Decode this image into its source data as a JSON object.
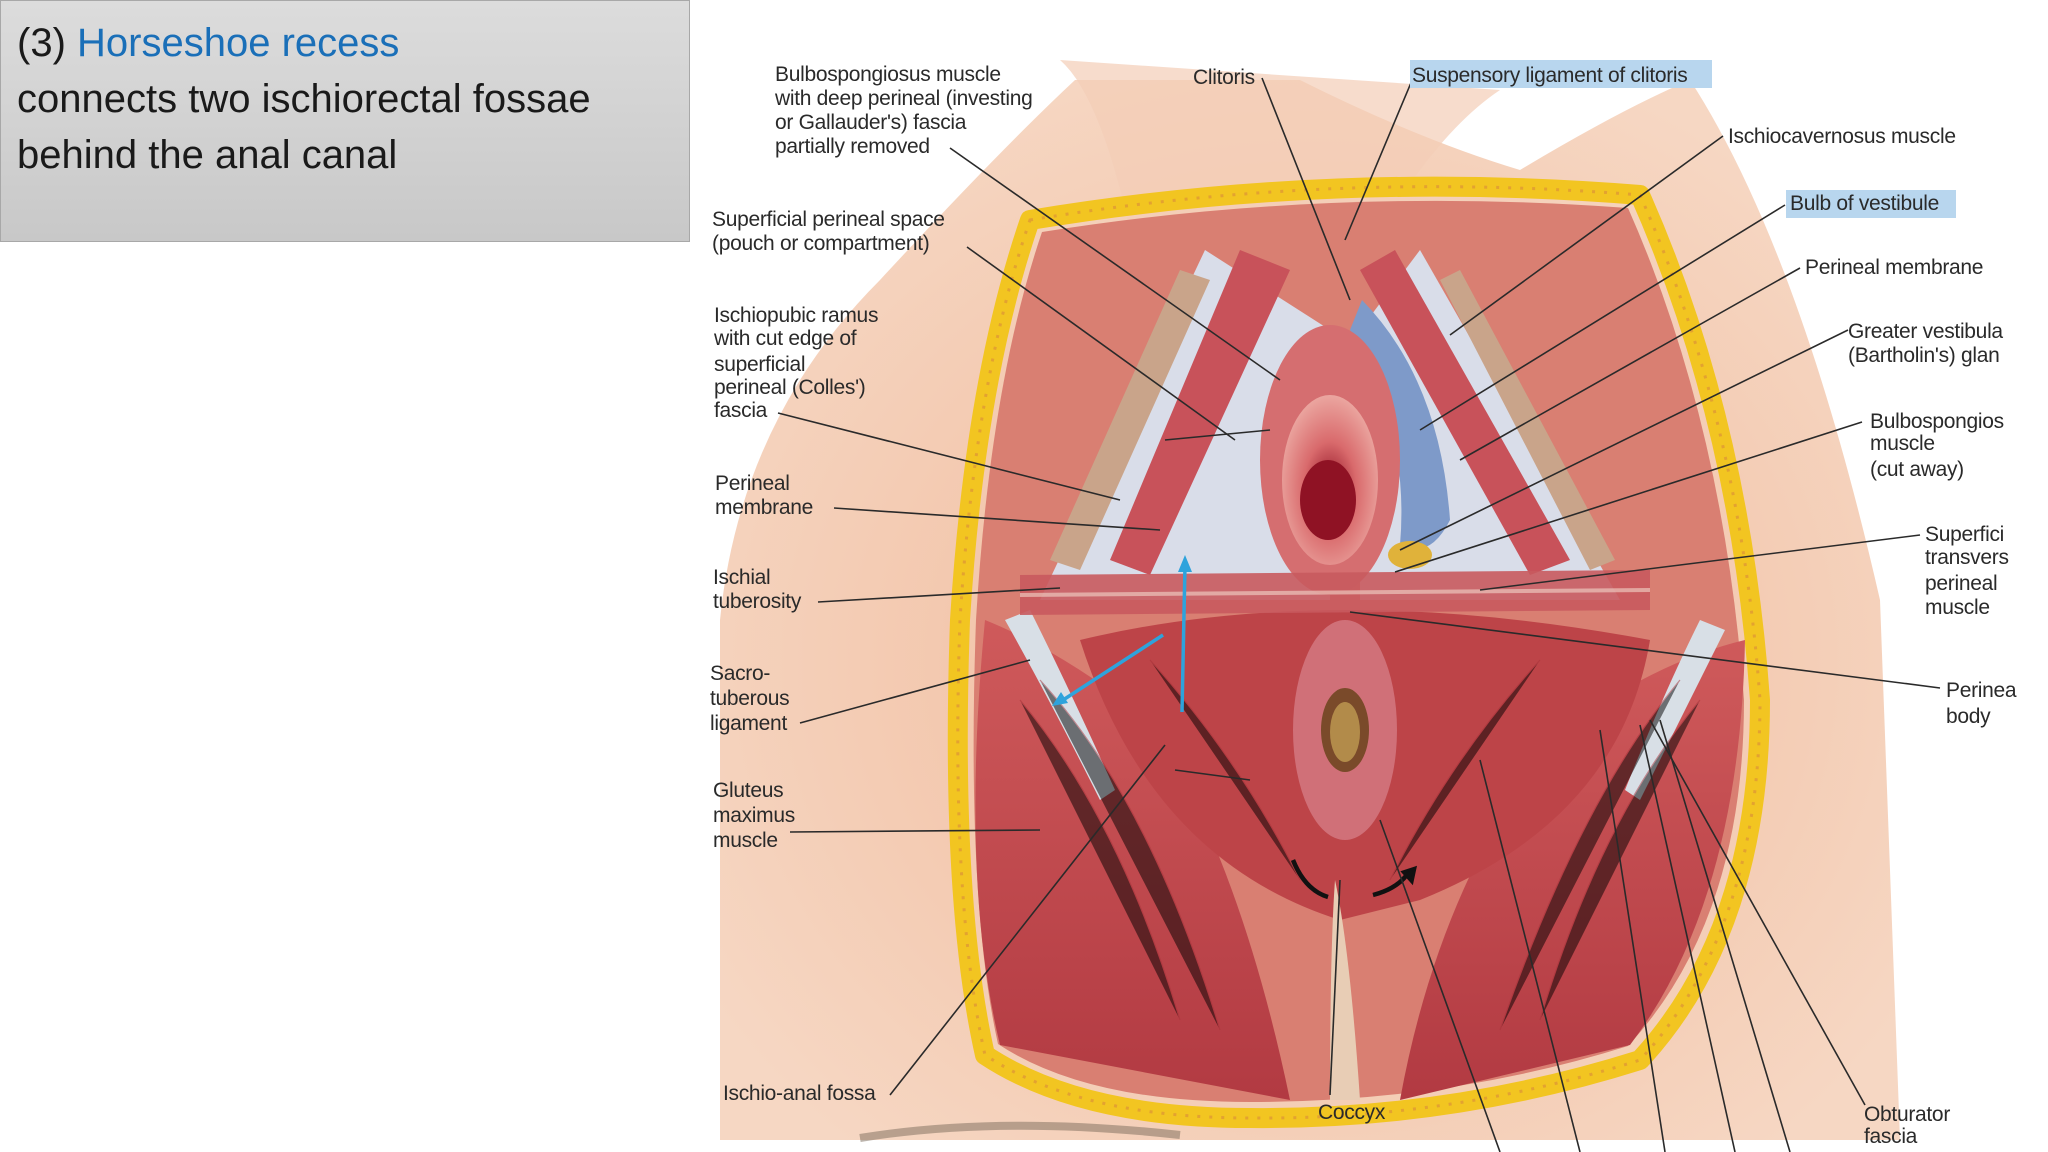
{
  "slide": {
    "number": "(3)",
    "title": "Horseshoe recess",
    "body_line1": "connects two ischiorectal fossae",
    "body_line2": "behind the anal canal"
  },
  "labels": {
    "bulbospongiosus_top": [
      "Bulbospongiosus muscle",
      "with deep perineal (investing",
      "or Gallauder's) fascia",
      "partially removed"
    ],
    "clitoris": "Clitoris",
    "suspensory": "Suspensory ligament of clitoris",
    "ischiocavernosus": "Ischiocavernosus muscle",
    "bulb_vestibule": "Bulb of vestibule",
    "perineal_membrane_right": "Perineal membrane",
    "greater_vestibular": [
      "Greater vestibula",
      "(Bartholin's) glan"
    ],
    "bulbospongiosus_right": [
      "Bulbospongios",
      "muscle",
      "(cut away)"
    ],
    "superficial_transverse": [
      "Superfici",
      "transvers",
      "perineal",
      "muscle"
    ],
    "perineal_body": [
      "Perinea",
      "body"
    ],
    "obturator": [
      "Obturator",
      "fascia"
    ],
    "superficial_space": [
      "Superficial perineal space",
      "(pouch or compartment)"
    ],
    "ischiopubic": [
      "Ischiopubic ramus",
      "with cut edge of",
      "superficial",
      "perineal (Colles')",
      "fascia"
    ],
    "perineal_membrane_left": [
      "Perineal",
      "membrane"
    ],
    "ischial_tuberosity": [
      "Ischial",
      "tuberosity"
    ],
    "sacrotuberous": [
      "Sacro-",
      "tuberous",
      "ligament"
    ],
    "gluteus": [
      "Gluteus",
      "maximus",
      "muscle"
    ],
    "ischioanal": "Ischio-anal fossa",
    "coccyx": "Coccyx"
  },
  "colors": {
    "arrow_blue": "#2ea3dc",
    "highlight": "#b8d6ee",
    "muscle": "#c2454a",
    "fat": "#f2c521"
  }
}
